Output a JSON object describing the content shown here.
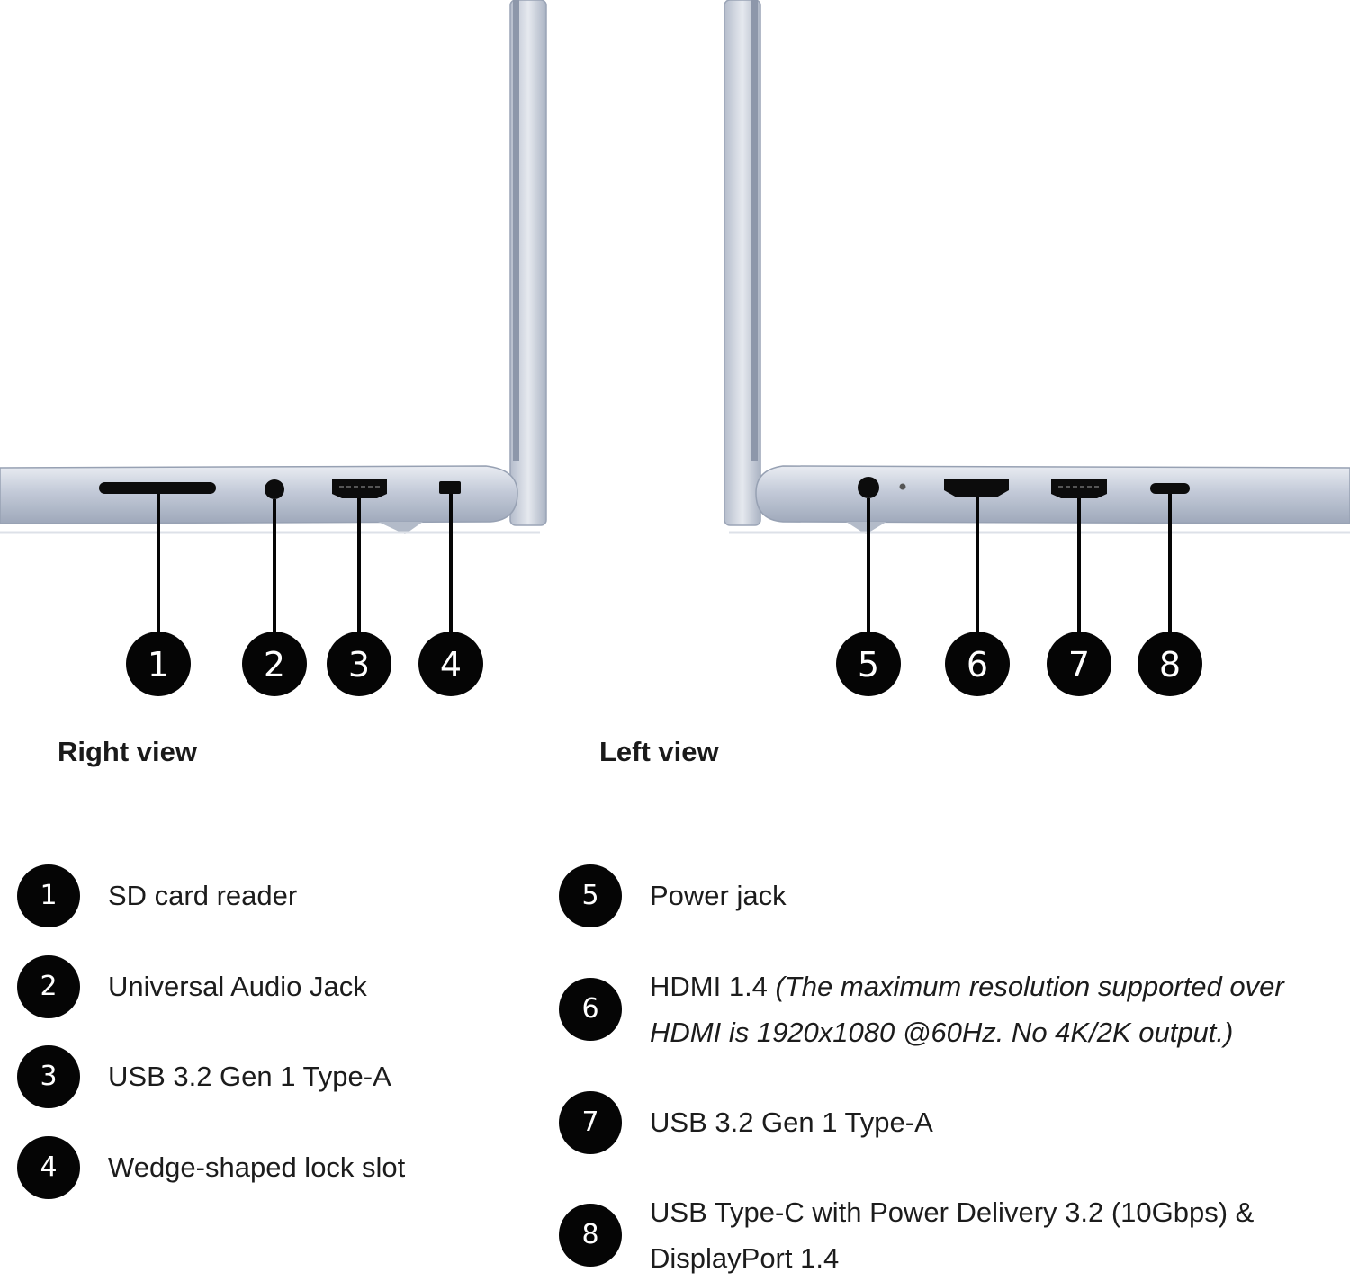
{
  "colors": {
    "chassis": "#c7cedb",
    "chassis_shadow": "#98a2b4",
    "chassis_highlight": "#e4e8ef",
    "callout": "#050505"
  },
  "views": [
    {
      "label": "Right view",
      "callouts": [
        "1",
        "2",
        "3",
        "4"
      ]
    },
    {
      "label": "Left view",
      "callouts": [
        "5",
        "6",
        "7",
        "8"
      ]
    }
  ],
  "ports": [
    {
      "number": "1",
      "name": "SD card reader"
    },
    {
      "number": "2",
      "name": "Universal Audio Jack"
    },
    {
      "number": "3",
      "name": "USB 3.2 Gen 1 Type-A"
    },
    {
      "number": "4",
      "name": "Wedge-shaped lock slot"
    },
    {
      "number": "5",
      "name": "Power jack"
    },
    {
      "number": "6",
      "name": "HDMI 1.4",
      "note": "(The maximum resolution supported over",
      "note_line2": "HDMI is 1920x1080 @60Hz. No 4K/2K output.)"
    },
    {
      "number": "7",
      "name": "USB 3.2 Gen 1 Type-A"
    },
    {
      "number": "8",
      "name": "USB Type-C with Power Delivery 3.2 (10Gbps) &",
      "name_line2": "DisplayPort 1.4"
    }
  ]
}
